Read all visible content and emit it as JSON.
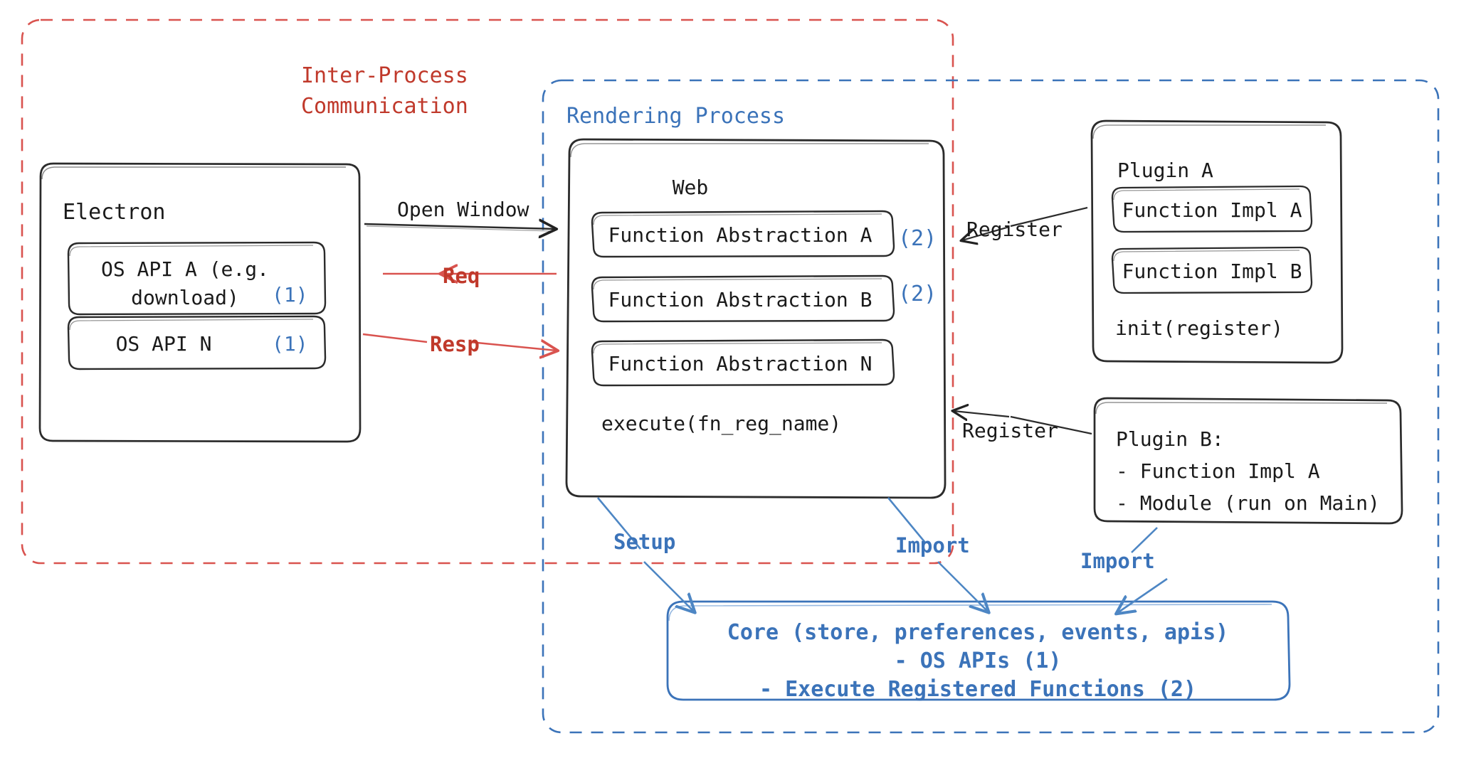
{
  "diagram": {
    "title": "Electron plugin architecture",
    "colors": {
      "red": "#c0392b",
      "blue": "#3b73b9",
      "ink": "#1a1a1a",
      "background": "#ffffff"
    },
    "groups": {
      "ipc": {
        "label_line1": "Inter-Process",
        "label_line2": "Communication",
        "border": "red-dashed"
      },
      "rendering": {
        "label": "Rendering Process",
        "border": "blue-dashed"
      }
    },
    "electron": {
      "title": "Electron",
      "apis": [
        {
          "line1": "OS API A (e.g.",
          "line2": "download)",
          "marker": "(1)"
        },
        {
          "line1": "OS API N",
          "line2": "",
          "marker": "(1)"
        }
      ]
    },
    "web": {
      "title": "Web",
      "abstractions": [
        {
          "label": "Function Abstraction A",
          "marker": "(2)"
        },
        {
          "label": "Function Abstraction B",
          "marker": "(2)"
        },
        {
          "label": "Function Abstraction N",
          "marker": ""
        }
      ],
      "execute": "execute(fn_reg_name)"
    },
    "plugin_a": {
      "title": "Plugin A",
      "impls": [
        "Function Impl A",
        "Function Impl B"
      ],
      "init": "init(register)"
    },
    "plugin_b": {
      "title": "Plugin B:",
      "items": [
        "- Function Impl A",
        "- Module (run on Main)"
      ]
    },
    "core": {
      "line1": "Core (store, preferences, events, apis)",
      "line2": "- OS APIs (1)",
      "line3": "- Execute Registered Functions (2)"
    },
    "edges": {
      "open_window": "Open Window",
      "req": "Req",
      "resp": "Resp",
      "register_a": "Register",
      "register_b": "Register",
      "setup": "Setup",
      "import_web": "Import",
      "import_plugin_b": "Import"
    }
  }
}
